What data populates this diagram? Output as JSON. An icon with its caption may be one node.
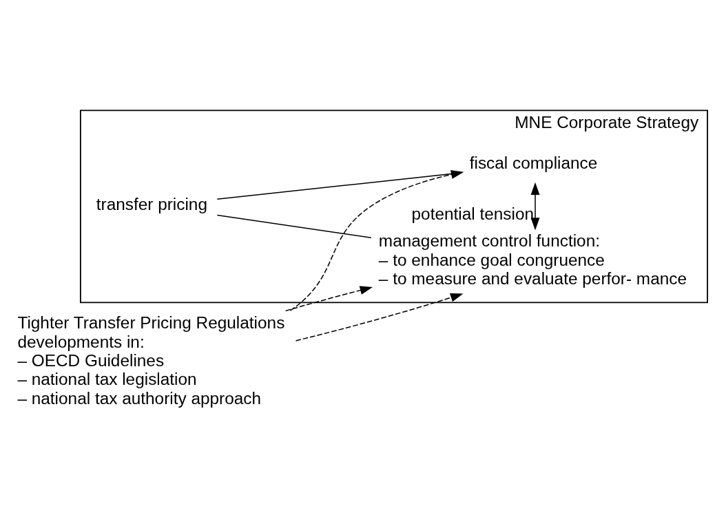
{
  "diagram": {
    "nodes": [
      {
        "text": [
          "MNE Corporate Strategy"
        ]
      },
      {
        "text": [
          "Tighter Transfer Pricing Regulations",
          "developments in:",
          "– OECD Guidelines",
          "– national tax legislation",
          "– national tax authority approach"
        ]
      },
      {
        "text": [
          "transfer pricing"
        ],
        "in": 0
      },
      {
        "text": [
          "fiscal compliance"
        ],
        "in": 0
      },
      {
        "text": [
          "management control function:",
          "– to enhance goal congruence",
          "– to measure and evaluate perfor- mance"
        ],
        "in": 0
      }
    ],
    "edges": [
      {
        "from": 1,
        "to": 3,
        "arrow": "to",
        "style": "dashed"
      },
      {
        "from": 1,
        "to": 4,
        "arrow": "to",
        "style": "dashed"
      },
      {
        "from": 1,
        "to": 4,
        "arrow": "to",
        "style": "dashed"
      },
      {
        "from": 2,
        "to": 3,
        "arrow": "none"
      },
      {
        "from": 2,
        "to": 4,
        "arrow": "none"
      },
      {
        "from": 3,
        "to": 4,
        "arrow": "both",
        "label": "potential tension"
      }
    ]
  }
}
